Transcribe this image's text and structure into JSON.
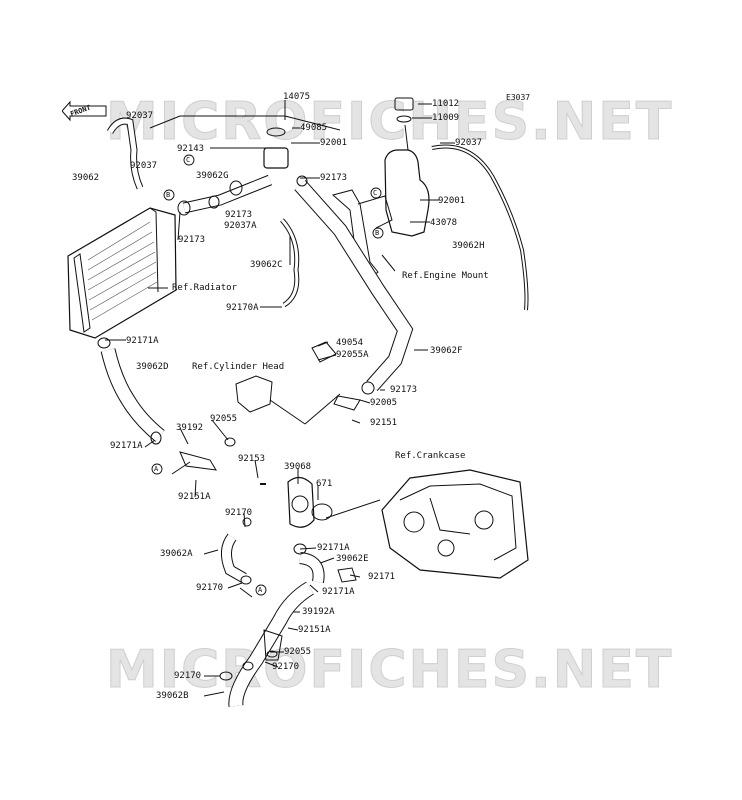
{
  "diagram_code": "E3037",
  "watermark": "MICROFICHES.NET",
  "front_label": "FRONT",
  "callout_letters": {
    "a": "A",
    "b": "B",
    "c": "C"
  },
  "refs": {
    "radiator": "Ref.Radiator",
    "engine_mount": "Ref.Engine Mount",
    "cylinder_head": "Ref.Cylinder Head",
    "crankcase": "Ref.Crankcase"
  },
  "parts": {
    "p14075": "14075",
    "p11012": "11012",
    "p11009": "11009",
    "p49085": "49085",
    "p92001_top": "92001",
    "p92037_right": "92037",
    "p92037_topleft": "92037",
    "p92143": "92143",
    "p92037_left": "92037",
    "p39062": "39062",
    "p39062g": "39062G",
    "p92173_top": "92173",
    "p92001_right": "92001",
    "p92173_mid": "92173",
    "p92037a": "92037A",
    "p43078": "43078",
    "p92173_left": "92173",
    "p39062h": "39062H",
    "p39062c": "39062C",
    "p92170a": "92170A",
    "p92171a_top": "92171A",
    "p49054": "49054",
    "p92055a": "92055A",
    "p39062f": "39062F",
    "p39062d": "39062D",
    "p92173_low": "92173",
    "p92005": "92005",
    "p92151": "92151",
    "p92055_mid": "92055",
    "p39192": "39192",
    "p92171a_left": "92171A",
    "p92153": "92153",
    "p39068": "39068",
    "p671": "671",
    "p92151a_left": "92151A",
    "p92170_mid": "92170",
    "p92171a_mid": "92171A",
    "p39062e": "39062E",
    "p39062a": "39062A",
    "p92171": "92171",
    "p92171a_low": "92171A",
    "p92170_left": "92170",
    "p39192a": "39192A",
    "p92151a_low": "92151A",
    "p92055_low": "92055",
    "p92170_bottom": "92170",
    "p92170_b2": "92170",
    "p39062b": "39062B"
  }
}
